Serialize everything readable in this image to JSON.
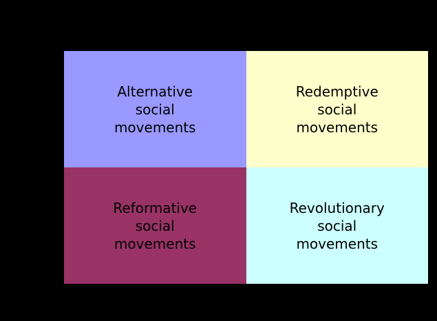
{
  "background_color": "#000000",
  "text_color": "#000000",
  "matrix": {
    "quadrants": [
      {
        "position": "top-left",
        "color": "#9999ff",
        "label": "Alternative social movements",
        "lines": [
          "Alternative",
          "social",
          "movements"
        ]
      },
      {
        "position": "top-right",
        "color": "#ffffcc",
        "label": "Redemptive social movements",
        "lines": [
          "Redemptive",
          "social",
          "movements"
        ]
      },
      {
        "position": "bottom-left",
        "color": "#993366",
        "label": "Reformative social movements",
        "lines": [
          "Reformative",
          "social",
          "movements"
        ]
      },
      {
        "position": "bottom-right",
        "color": "#ccffff",
        "label": "Revolutionary social movements",
        "lines": [
          "Revolutionary",
          "social",
          "movements"
        ]
      }
    ]
  }
}
